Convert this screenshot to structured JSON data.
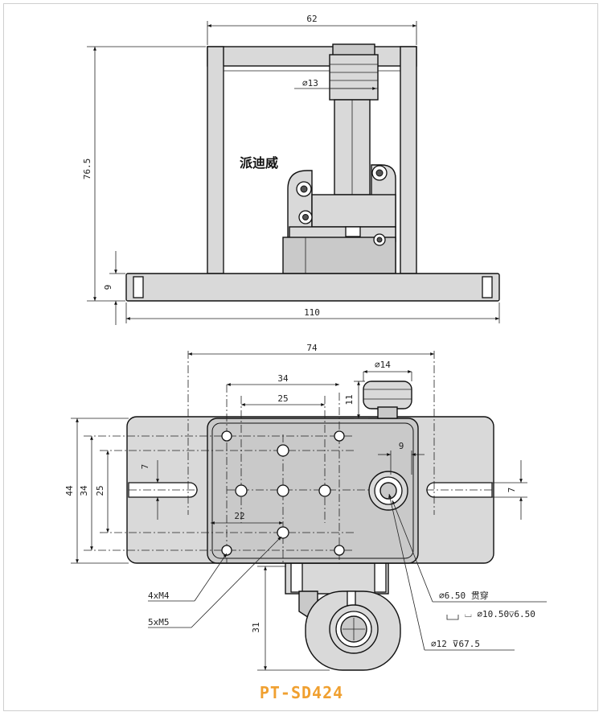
{
  "brand": "派迪威",
  "model": "PT-SD424",
  "model_color": "#f0a030",
  "front_view": {
    "width": "62",
    "height": "76.5",
    "base_height": "9",
    "base_width": "110",
    "micrometer_dia": "⌀13"
  },
  "top_view": {
    "overall_width": "74",
    "knob_dia": "⌀14",
    "knob_offset": "11",
    "hole_pitch_outer": "34",
    "hole_pitch_inner": "25",
    "height_outer": "44",
    "height_mid": "34",
    "height_inner": "25",
    "slot_width_left": "7",
    "slot_width_right": "7",
    "offset_9": "9",
    "offset_22": "22",
    "extension": "31",
    "thread_m4": "4xM4",
    "thread_m5": "5xM5",
    "hole_through": "⌀6.50 贯穿",
    "counterbore": "⌴ ⌀10.50⊽6.50",
    "bore": "⌀12 ⊽67.5"
  }
}
